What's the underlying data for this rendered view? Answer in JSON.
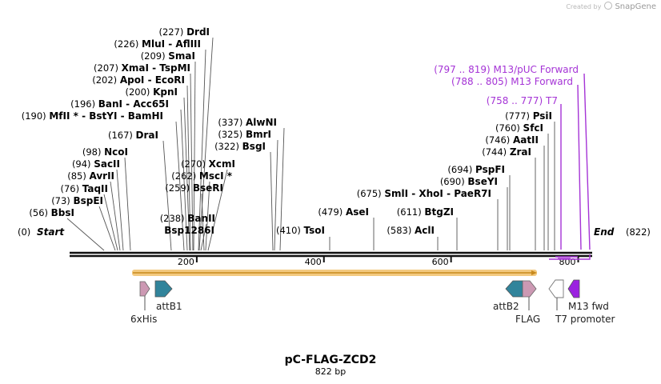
{
  "credit": {
    "prefix": "Created by",
    "brand": "SnapGene"
  },
  "map": {
    "name": "pC-FLAG-ZCD2",
    "length_label": "822 bp",
    "start_label": "Start",
    "end_label": "End",
    "start_pos": "(0)",
    "end_pos": "(822)",
    "length_bp": 822
  },
  "ruler": {
    "ticks": [
      "200",
      "400",
      "600",
      "800"
    ],
    "tick_values": [
      200,
      400,
      600,
      800
    ]
  },
  "sites": [
    {
      "pos": "(56)",
      "name": "BbsI"
    },
    {
      "pos": "(73)",
      "name": "BspEI"
    },
    {
      "pos": "(76)",
      "name": "TaqII"
    },
    {
      "pos": "(85)",
      "name": "AvrII"
    },
    {
      "pos": "(94)",
      "name": "SacII"
    },
    {
      "pos": "(98)",
      "name": "NcoI"
    },
    {
      "pos": "(167)",
      "name": "DraI"
    },
    {
      "pos": "(190)",
      "name": "MfII *  -  BstYI  -  BamHI"
    },
    {
      "pos": "(196)",
      "name": "BanI  -  Acc65I"
    },
    {
      "pos": "(200)",
      "name": "KpnI"
    },
    {
      "pos": "(202)",
      "name": "ApoI  -  EcoRI"
    },
    {
      "pos": "(207)",
      "name": "XmaI  -  TspMI"
    },
    {
      "pos": "(209)",
      "name": "SmaI"
    },
    {
      "pos": "(226)",
      "name": "MluI  -  AflIII"
    },
    {
      "pos": "(227)",
      "name": "DrdI"
    },
    {
      "pos": "(238)",
      "name": "BanII"
    },
    {
      "pos": "",
      "name": "Bsp1286I"
    },
    {
      "pos": "(259)",
      "name": "BseRI"
    },
    {
      "pos": "(262)",
      "name": "MscI *"
    },
    {
      "pos": "(270)",
      "name": "XcmI"
    },
    {
      "pos": "(322)",
      "name": "BsgI"
    },
    {
      "pos": "(325)",
      "name": "BmrI"
    },
    {
      "pos": "(337)",
      "name": "AlwNI"
    },
    {
      "pos": "(410)",
      "name": "TsoI"
    },
    {
      "pos": "(479)",
      "name": "AseI"
    },
    {
      "pos": "(583)",
      "name": "AclI"
    },
    {
      "pos": "(611)",
      "name": "BtgZI"
    },
    {
      "pos": "(675)",
      "name": "SmlI  -  XhoI  -  PaeR7I"
    },
    {
      "pos": "(690)",
      "name": "BseYI"
    },
    {
      "pos": "(694)",
      "name": "PspFI"
    },
    {
      "pos": "(744)",
      "name": "ZraI"
    },
    {
      "pos": "(746)",
      "name": "AatII"
    },
    {
      "pos": "(760)",
      "name": "SfcI"
    },
    {
      "pos": "(777)",
      "name": "PsiI"
    }
  ],
  "primers": [
    {
      "pos": "(797 .. 819)",
      "name": "M13/pUC Forward"
    },
    {
      "pos": "(788 .. 805)",
      "name": "M13 Forward"
    },
    {
      "pos": "(758 .. 777)",
      "name": "T7"
    }
  ],
  "features": [
    {
      "name": "6xHis",
      "color": "#cc99b3"
    },
    {
      "name": "attB1",
      "color": "#31849b"
    },
    {
      "name": "attB2",
      "color": "#31849b"
    },
    {
      "name": "FLAG",
      "color": "#cc99b3"
    },
    {
      "name": "T7 promoter",
      "color": "#ffffff"
    },
    {
      "name": "M13 fwd",
      "color": "#9b22e0"
    }
  ],
  "colors": {
    "primer": "#a534d6",
    "orf": "#f3c97f",
    "line": "#555555"
  }
}
